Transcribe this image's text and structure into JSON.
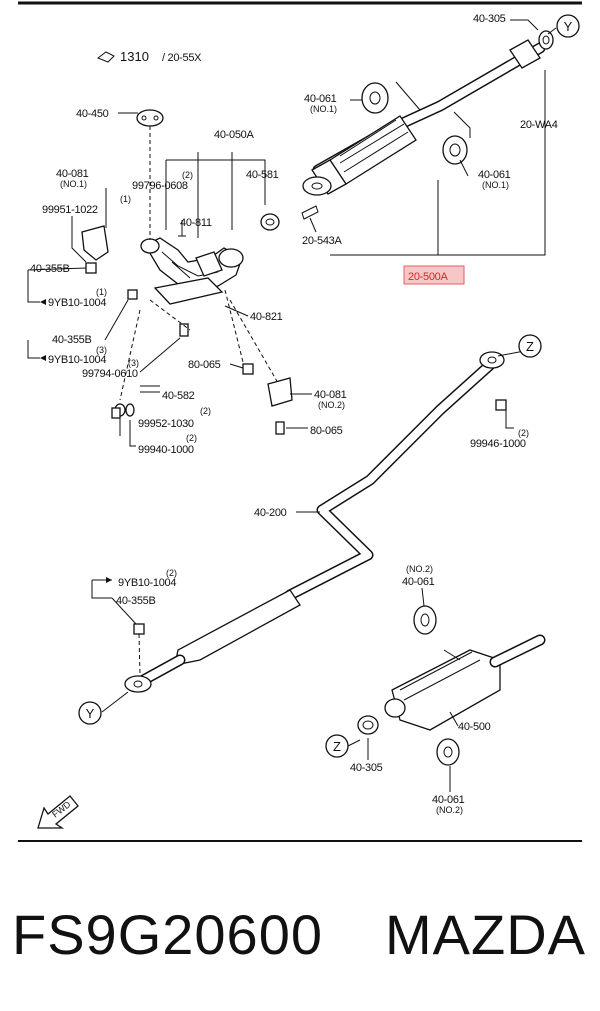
{
  "diagram": {
    "labels": {
      "l1310": "1310",
      "l1310_ref": "/ 20-55X",
      "l40_305_top": "40-305",
      "callout_y_top": "Y",
      "l40_450": "40-450",
      "l40_050a": "40-050A",
      "l40_061_top": "40-061",
      "l40_061_top_sub": "(NO.1)",
      "l20_wa4": "20-WA4",
      "l40_081_a": "40-081",
      "l40_081_a_sub": "(NO.1)",
      "l99796": "99796-0608",
      "q99796": "(2)",
      "l99951": "99951-1022",
      "q99951": "(1)",
      "l40_581": "40-581",
      "l40_061_mid": "40-061",
      "l40_061_mid_sub": "(NO.1)",
      "l40_811": "40-811",
      "l20_543a": "20-543A",
      "l40_355b_a": "40-355B",
      "l9yb10_a": "9YB10-1004",
      "q9yb10_a": "(1)",
      "l20_500a": "20-500A",
      "l40_821": "40-821",
      "l40_355b_b": "40-355B",
      "q9yb10_b": "(3)",
      "l9yb10_b": "9YB10-1004",
      "l99794": "99794-0610",
      "q99794": "(3)",
      "l80_065_a": "80-065",
      "callout_z_top": "Z",
      "l40_582": "40-582",
      "l40_081_b": "40-081",
      "l40_081_b_sub": "(NO.2)",
      "l99952": "99952-1030",
      "q99952": "(2)",
      "l80_065_b": "80-065",
      "l99940": "99940-1000",
      "q99940": "(2)",
      "l99946": "99946-1000",
      "q99946": "(2)",
      "l40_200": "40-200",
      "l40_061_low": "40-061",
      "l40_061_low_sub": "(NO.2)",
      "q9yb10_c": "(2)",
      "l9yb10_c": "9YB10-1004",
      "l40_355b_c": "40-355B",
      "l40_500": "40-500",
      "callout_y_bot": "Y",
      "callout_z_bot": "Z",
      "l40_305_bot": "40-305",
      "l40_061_bot": "40-061",
      "l40_061_bot_sub": "(NO.2)",
      "fwd": "FWD"
    },
    "highlight_color": "#e26060"
  },
  "footer": {
    "part_number": "FS9G20600",
    "brand": "MAZDA"
  }
}
